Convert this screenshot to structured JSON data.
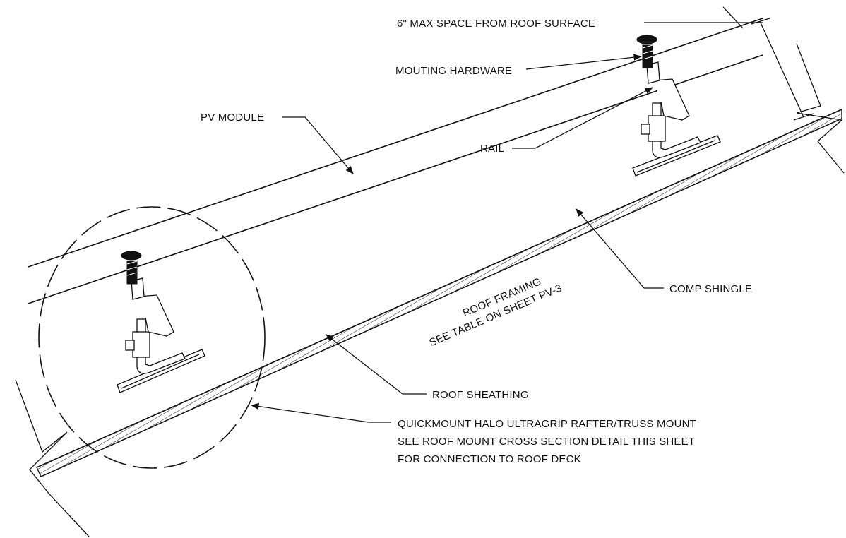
{
  "labels": {
    "max_space": "6\" MAX SPACE FROM ROOF SURFACE",
    "mounting_hardware": "MOUTING HARDWARE",
    "pv_module": "PV MODULE",
    "rail": "RAIL",
    "comp_shingle": "COMP SHINGLE",
    "roof_framing_line1": "ROOF FRAMING",
    "roof_framing_line2": "SEE TABLE ON SHEET PV-3",
    "roof_sheathing": "ROOF SHEATHING",
    "quickmount_line1": "QUICKMOUNT HALO ULTRAGRIP RAFTER/TRUSS MOUNT",
    "quickmount_line2": "SEE ROOF MOUNT CROSS SECTION DETAIL THIS SHEET",
    "quickmount_line3": "FOR CONNECTION TO ROOF DECK"
  },
  "colors": {
    "line": "#111111",
    "background": "#ffffff"
  }
}
